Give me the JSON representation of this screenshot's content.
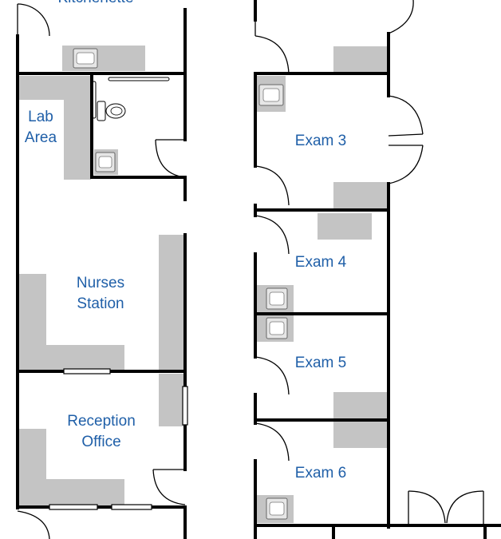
{
  "floor_plan": {
    "rooms": {
      "kitchenette": "Kitchenette",
      "lab_area": [
        "Lab",
        "Area"
      ],
      "nurses_station": [
        "Nurses",
        "Station"
      ],
      "reception_office": [
        "Reception",
        "Office"
      ],
      "exam_3": "Exam 3",
      "exam_4": "Exam 4",
      "exam_5": "Exam 5",
      "exam_6": "Exam 6"
    }
  }
}
